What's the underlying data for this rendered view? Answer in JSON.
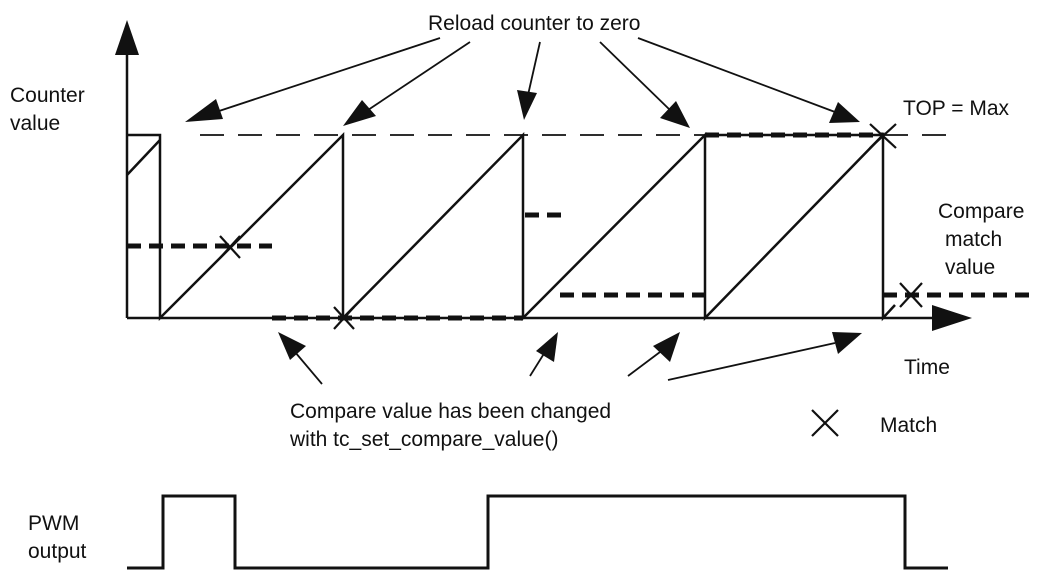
{
  "labels": {
    "counter_value_line1": "Counter",
    "counter_value_line2": "value",
    "reload": "Reload counter to zero",
    "top_max": "TOP = Max",
    "compare_match_line1": "Compare",
    "compare_match_line2": "match",
    "compare_match_line3": "value",
    "time": "Time",
    "changed_line1": "Compare value has been changed",
    "changed_line2": "with tc_set_compare_value()",
    "match": "Match",
    "pwm_line1": "PWM",
    "pwm_line2": "output"
  },
  "icons": {
    "match_marker": "x-cross-icon"
  },
  "colors": {
    "ink": "#111111",
    "background": "#ffffff"
  }
}
